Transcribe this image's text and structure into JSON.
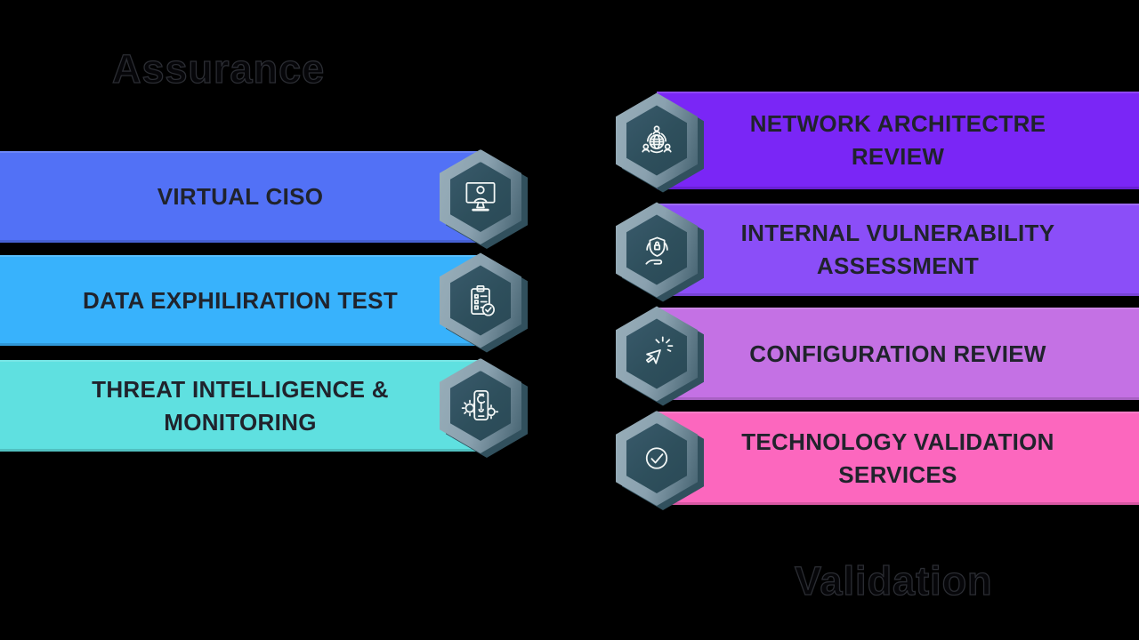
{
  "sections": [
    {
      "id": "assurance",
      "title": "Assurance",
      "side": "left",
      "items": [
        {
          "label": "VIRTUAL CISO",
          "color": "#5271f6",
          "icon": "video-call-icon"
        },
        {
          "label": "DATA EXPHILIRATION TEST",
          "color": "#38b2fc",
          "icon": "clipboard-check-icon"
        },
        {
          "label": "THREAT INTELLIGENCE & MONITORING",
          "color": "#5fe0e0",
          "icon": "device-tools-icon"
        }
      ]
    },
    {
      "id": "validation",
      "title": "Validation",
      "side": "right",
      "items": [
        {
          "label": "NETWORK ARCHITECTRE REVIEW",
          "color": "#7a26f6",
          "icon": "global-network-icon"
        },
        {
          "label": "INTERNAL VULNERABILITY ASSESSMENT",
          "color": "#8b4ef8",
          "icon": "shield-hand-icon"
        },
        {
          "label": "CONFIGURATION REVIEW",
          "color": "#c471e4",
          "icon": "click-cursor-icon"
        },
        {
          "label": "TECHNOLOGY VALIDATION SERVICES",
          "color": "#fc67be",
          "icon": "check-circle-icon"
        }
      ]
    }
  ],
  "hexagon": {
    "outer_color": "#8aa1af",
    "inner_color": "#2e4f5c",
    "shadow_color": "#31505d",
    "icon_color": "#f3f7f6"
  },
  "background_color": "#000000",
  "label_text_color": "#20232c"
}
